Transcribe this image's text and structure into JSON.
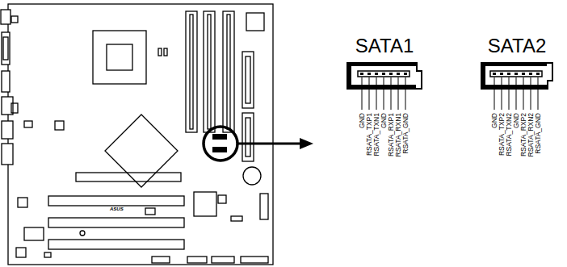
{
  "diagram": {
    "nodes": [
      {
        "text": [
          "SATA1"
        ]
      },
      {
        "text": [
          "SATA2"
        ]
      }
    ],
    "labels": [
      "ASUS",
      "GND",
      "RSATA_TXP1",
      "RSATA_TXN1",
      "GND",
      "RSATA_RXP1",
      "RSATA_RXN1",
      "RSATA_GND",
      "GND",
      "RSATA_TXP2",
      "RSATA_TXN2",
      "GND",
      "RSATA_RXP2",
      "RSATA_RXN2",
      "RSATA_GND"
    ]
  }
}
